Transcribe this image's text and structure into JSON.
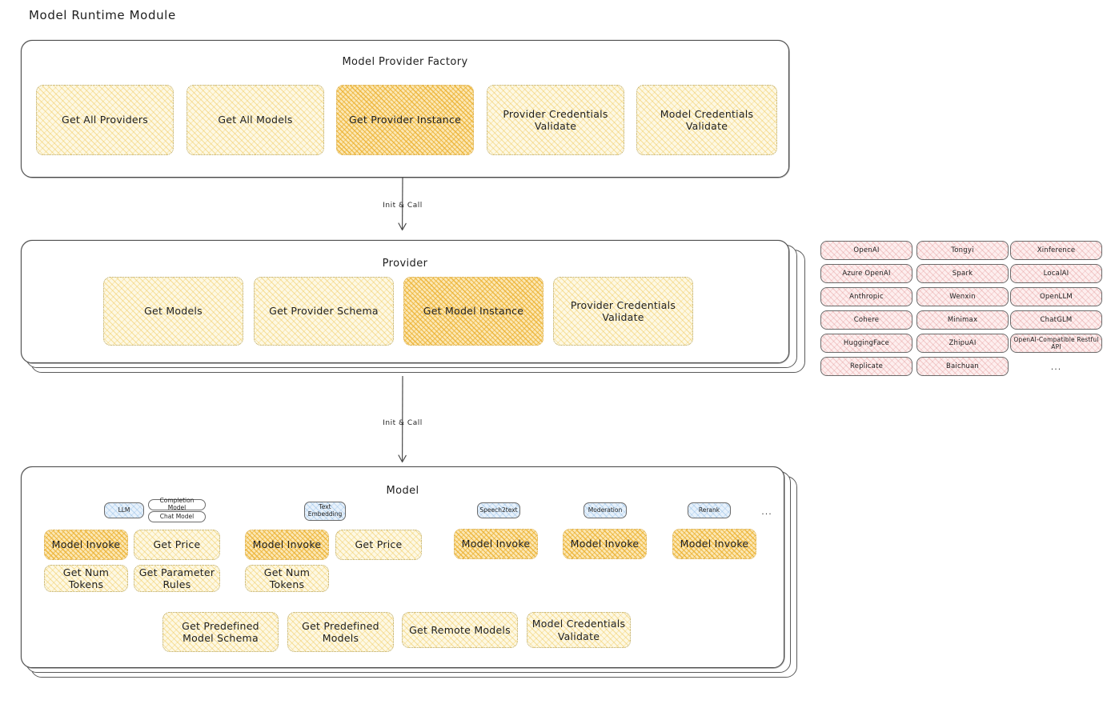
{
  "page": {
    "title": "Model Runtime Module"
  },
  "factory": {
    "title": "Model Provider Factory",
    "nodes": [
      {
        "label": "Get All Providers",
        "highlight": false
      },
      {
        "label": "Get All Models",
        "highlight": false
      },
      {
        "label": "Get Provider Instance",
        "highlight": true
      },
      {
        "label": "Provider Credentials Validate",
        "highlight": false
      },
      {
        "label": "Model Credentials Validate",
        "highlight": false
      }
    ]
  },
  "arrow_factory_to_provider": {
    "label": "Init & Call"
  },
  "provider": {
    "title": "Provider",
    "nodes": [
      {
        "label": "Get Models",
        "highlight": false
      },
      {
        "label": "Get Provider Schema",
        "highlight": false
      },
      {
        "label": "Get Model Instance",
        "highlight": true
      },
      {
        "label": "Provider Credentials Validate",
        "highlight": false
      }
    ]
  },
  "provider_list": {
    "ellipsis": "...",
    "columns": [
      [
        "OpenAI",
        "Azure OpenAI",
        "Anthropic",
        "Cohere",
        "HuggingFace",
        "Replicate"
      ],
      [
        "Tongyi",
        "Spark",
        "Wenxin",
        "Minimax",
        "ZhipuAI",
        "Baichuan"
      ],
      [
        "Xinference",
        "LocalAI",
        "OpenLLM",
        "ChatGLM",
        "OpenAI-Compatible Restful API"
      ]
    ]
  },
  "arrow_provider_to_model": {
    "label": "Init & Call"
  },
  "model": {
    "title": "Model",
    "ellipsis": "...",
    "types": [
      {
        "badge": "LLM",
        "sub_badges": [
          "Completion Model",
          "Chat Model"
        ],
        "nodes": [
          {
            "label": "Model Invoke",
            "highlight": true
          },
          {
            "label": "Get Price",
            "highlight": false
          },
          {
            "label": "Get Num Tokens",
            "highlight": false
          },
          {
            "label": "Get Parameter Rules",
            "highlight": false
          }
        ]
      },
      {
        "badge": "Text Embedding",
        "sub_badges": [],
        "nodes": [
          {
            "label": "Model Invoke",
            "highlight": true
          },
          {
            "label": "Get Price",
            "highlight": false
          },
          {
            "label": "Get Num Tokens",
            "highlight": false
          }
        ]
      },
      {
        "badge": "Speech2text",
        "sub_badges": [],
        "nodes": [
          {
            "label": "Model Invoke",
            "highlight": true
          }
        ]
      },
      {
        "badge": "Moderation",
        "sub_badges": [],
        "nodes": [
          {
            "label": "Model Invoke",
            "highlight": true
          }
        ]
      },
      {
        "badge": "Rerank",
        "sub_badges": [],
        "nodes": [
          {
            "label": "Model Invoke",
            "highlight": true
          }
        ]
      }
    ],
    "common_nodes": [
      {
        "label": "Get Predefined Model Schema"
      },
      {
        "label": "Get Predefined Models"
      },
      {
        "label": "Get Remote Models"
      },
      {
        "label": "Model Credentials Validate"
      }
    ]
  },
  "colors": {
    "node_light_fill": "#fdf8e3",
    "node_deep_fill": "#fbe7b4",
    "pill_fill": "#fdeeee",
    "badge_blue_fill": "#e7f1fb",
    "stroke": "#4a4a4a",
    "background": "#ffffff"
  }
}
